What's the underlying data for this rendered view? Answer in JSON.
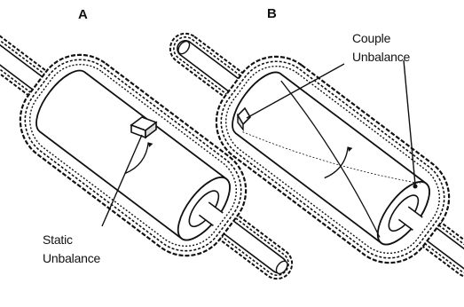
{
  "panels": [
    {
      "letter": "A",
      "callout_lines": [
        "Static",
        "Unbalance"
      ]
    },
    {
      "letter": "B",
      "callout_lines": [
        "Couple",
        "Unbalance"
      ]
    }
  ],
  "colors": {
    "ink": "#111111",
    "paper": "#ffffff"
  }
}
